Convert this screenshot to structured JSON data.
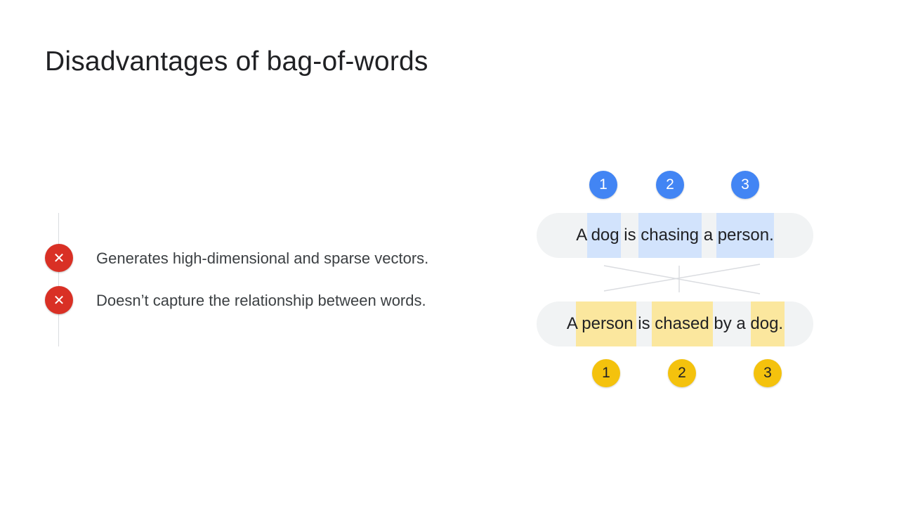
{
  "title": "Disadvantages of bag-of-words",
  "bullets": [
    {
      "icon": "x-mark-icon",
      "text": "Generates high-dimensional and sparse vectors."
    },
    {
      "icon": "x-mark-icon",
      "text": "Doesn’t capture the relationship between words."
    }
  ],
  "diagram": {
    "top_sentence": "A dog is chasing a person.",
    "top_numbers": [
      "1",
      "2",
      "3"
    ],
    "bottom_sentence": "A person is chased by a dog.",
    "bottom_numbers": [
      "1",
      "2",
      "3"
    ],
    "colors": {
      "blue_badge": "#4285f4",
      "blue_highlight": "#d2e3fc",
      "yellow_badge": "#f4c20d",
      "yellow_highlight": "#fbe79e",
      "x_badge": "#d93025",
      "pill": "#f1f3f4"
    }
  }
}
